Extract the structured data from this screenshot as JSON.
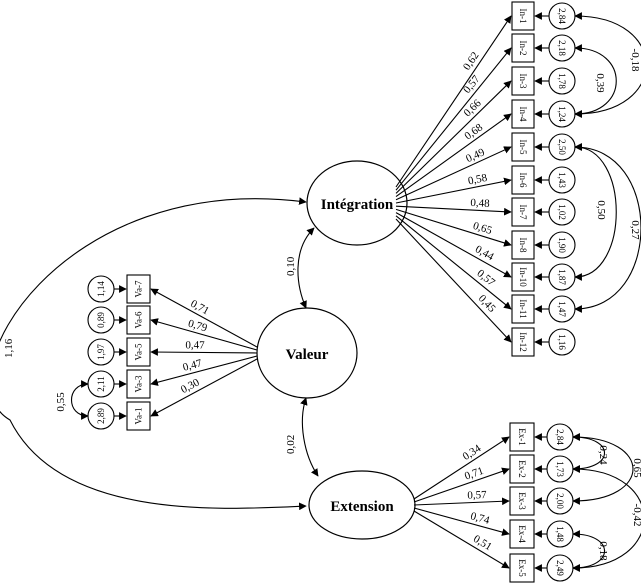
{
  "latent": {
    "integration": "Intégration",
    "valeur": "Valeur",
    "extension": "Extension"
  },
  "integration": {
    "items": [
      "In-1",
      "In-2",
      "In-3",
      "In-4",
      "In-5",
      "In-6",
      "In-7",
      "In-8",
      "In-10",
      "In-11",
      "In-12"
    ],
    "loadings": [
      "0,62",
      "0,57",
      "0,66",
      "0,68",
      "0,49",
      "0,58",
      "0,48",
      "0,65",
      "0,44",
      "0,57",
      "0,45"
    ],
    "errors": [
      "2,84",
      "2,18",
      "1,78",
      "1,24",
      "2,50",
      "1,43",
      "1,02",
      "1,90",
      "1,87",
      "1,47",
      "1,16"
    ],
    "error_covariances": [
      {
        "from": "In-1",
        "to": "In-4",
        "value": "-0,18"
      },
      {
        "from": "In-2",
        "to": "In-4",
        "value": "0,39"
      },
      {
        "from": "In-5",
        "to": "In-10",
        "value": "0,50"
      },
      {
        "from": "In-5",
        "to": "In-11",
        "value": "0,27"
      }
    ]
  },
  "valeur": {
    "items": [
      "Va-7",
      "Va-6",
      "Va-5",
      "Va-3",
      "Va-1"
    ],
    "loadings": [
      "0,71",
      "0,79",
      "0,47",
      "0,47",
      "0,30"
    ],
    "errors": [
      "1,14",
      "0,89",
      "1,97",
      "2,11",
      "2,89"
    ],
    "error_covariances": [
      {
        "from": "Va-3",
        "to": "Va-1",
        "value": "0,55"
      }
    ]
  },
  "extension": {
    "items": [
      "Ex-1",
      "Ex-2",
      "Ex-3",
      "Ex-4",
      "Ex-5"
    ],
    "loadings": [
      "0,34",
      "0,71",
      "0,57",
      "0,74",
      "0,51"
    ],
    "errors": [
      "2,84",
      "1,73",
      "2,00",
      "1,48",
      "2,49"
    ],
    "error_covariances": [
      {
        "from": "Ex-1",
        "to": "Ex-2",
        "value": "0,24"
      },
      {
        "from": "Ex-1",
        "to": "Ex-3",
        "value": "0,65"
      },
      {
        "from": "Ex-2",
        "to": "Ex-5",
        "value": "-0,42"
      },
      {
        "from": "Ex-4",
        "to": "Ex-5",
        "value": "0,18"
      }
    ]
  },
  "factor_covariances": {
    "integration_valeur": "0,10",
    "valeur_extension": "0,02",
    "integration_extension": "1,16"
  }
}
